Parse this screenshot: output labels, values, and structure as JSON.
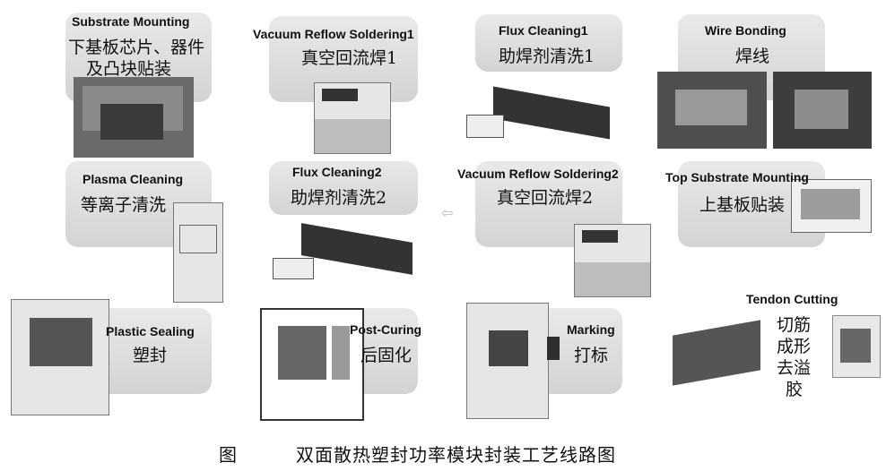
{
  "steps": [
    {
      "en": "Substrate Mounting",
      "cn": "下基板芯片、器件",
      "cn2": "及凸块贴装"
    },
    {
      "en": "Vacuum Reflow Soldering1",
      "cn": "真空回流焊1"
    },
    {
      "en": "Flux Cleaning1",
      "cn": "助焊剂清洗1"
    },
    {
      "en": "Wire Bonding",
      "cn": "焊线"
    },
    {
      "en": "Plasma Cleaning",
      "cn": "等离子清洗"
    },
    {
      "en": "Flux Cleaning2",
      "cn": "助焊剂清洗2"
    },
    {
      "en": "Vacuum Reflow Soldering2",
      "cn": "真空回流焊2"
    },
    {
      "en": "Top Substrate Mounting",
      "cn": "上基板贴装"
    },
    {
      "en": "Plastic Sealing",
      "cn": "塑封"
    },
    {
      "en": "Post-Curing",
      "cn": "后固化"
    },
    {
      "en": "Marking",
      "cn": "打标"
    },
    {
      "en": "Tendon Cutting",
      "cn": "切筋",
      "cn2": "成形",
      "cn3": "去溢",
      "cn4": "胶"
    }
  ],
  "caption": {
    "fig": "图",
    "title": "双面散热塑封功率模块封装工艺线路图"
  }
}
